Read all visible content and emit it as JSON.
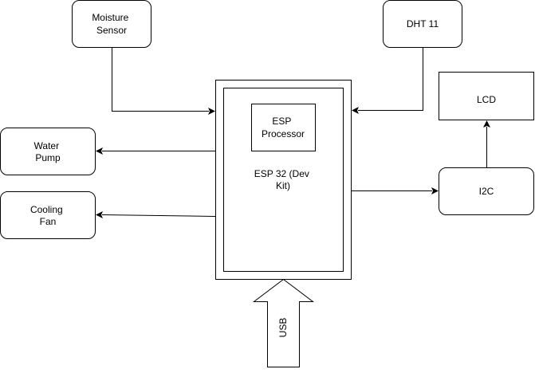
{
  "nodes": {
    "moisture_sensor": {
      "lines": [
        "Moisture",
        "Sensor"
      ]
    },
    "dht11": {
      "lines": [
        "DHT 11"
      ]
    },
    "lcd": {
      "lines": [
        "LCD"
      ]
    },
    "esp_processor": {
      "lines": [
        "ESP",
        "Processor"
      ]
    },
    "esp32": {
      "lines": [
        "ESP 32 (Dev",
        "Kit)"
      ]
    },
    "water_pump": {
      "lines": [
        "Water",
        "Pump"
      ]
    },
    "cooling_fan": {
      "lines": [
        "Cooling",
        "Fan"
      ]
    },
    "i2c": {
      "lines": [
        "I2C"
      ]
    },
    "usb": {
      "label": "USB"
    }
  },
  "connections": [
    {
      "from": "moisture_sensor",
      "to": "esp32"
    },
    {
      "from": "dht11",
      "to": "esp32"
    },
    {
      "from": "esp32",
      "to": "water_pump"
    },
    {
      "from": "esp32",
      "to": "cooling_fan"
    },
    {
      "from": "esp32",
      "to": "i2c"
    },
    {
      "from": "i2c",
      "to": "lcd"
    },
    {
      "from": "usb",
      "to": "esp32"
    }
  ]
}
